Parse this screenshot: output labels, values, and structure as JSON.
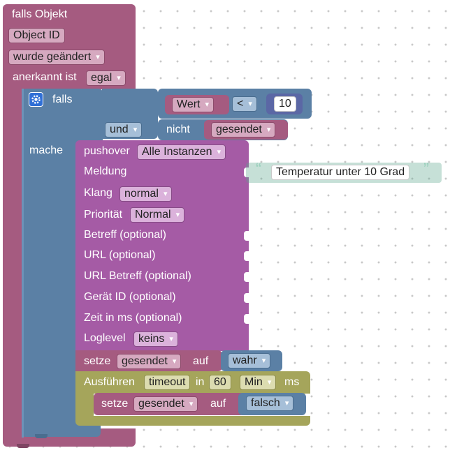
{
  "trigger": {
    "title": "falls Objekt",
    "object_id": "Object ID",
    "changed": "wurde geändert",
    "ack_label": "anerkannt ist",
    "ack_value": "egal"
  },
  "if_block": {
    "if_label": "falls",
    "do_label": "mache",
    "cond_var": "Wert",
    "cond_op": "<",
    "cond_num": "10",
    "and_label": "und",
    "not_label": "nicht",
    "not_var": "gesendet"
  },
  "pushover": {
    "label": "pushover",
    "instance": "Alle Instanzen",
    "message_label": "Meldung",
    "message_value": "Temperatur unter 10 Grad",
    "quote_open": "“",
    "quote_close": "”",
    "sound_label": "Klang",
    "sound_value": "normal",
    "priority_label": "Priorität",
    "priority_value": "Normal",
    "subject_label": "Betreff (optional)",
    "url_label": "URL (optional)",
    "url_title_label": "URL Betreff (optional)",
    "device_label": "Gerät ID (optional)",
    "time_label": "Zeit in ms (optional)",
    "loglevel_label": "Loglevel",
    "loglevel_value": "keins"
  },
  "set1": {
    "label": "setze",
    "var": "gesendet",
    "to": "auf",
    "value": "wahr"
  },
  "timeout": {
    "label": "Ausführen",
    "name": "timeout",
    "in": "in",
    "amount": "60",
    "unit": "Min",
    "ms": "ms"
  },
  "set2": {
    "label": "setze",
    "var": "gesendet",
    "to": "auf",
    "value": "falsch"
  },
  "colors": {
    "trigger": "#a55b80",
    "logic": "#5b80a5",
    "pushover": "#a55ba5",
    "text": "#5ba58c",
    "timer": "#a5a55b"
  },
  "icons": {
    "settings": "gear-icon"
  }
}
